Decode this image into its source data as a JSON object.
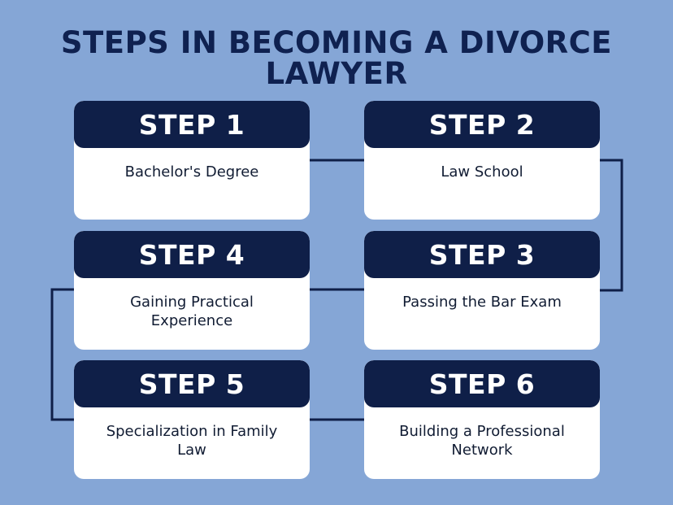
{
  "title": {
    "line1": "STEPS IN BECOMING A DIVORCE",
    "line2": "LAWYER"
  },
  "colors": {
    "background": "#85a6d6",
    "header": "#0f1f48",
    "card": "#ffffff",
    "title_text": "#0f2150"
  },
  "steps": {
    "s1": {
      "label": "STEP 1",
      "text": "Bachelor's Degree"
    },
    "s2": {
      "label": "STEP 2",
      "text": "Law School"
    },
    "s3": {
      "label": "STEP 3",
      "text": "Passing the Bar Exam"
    },
    "s4": {
      "label": "STEP 4",
      "text": "Gaining Practical Experience"
    },
    "s5": {
      "label": "STEP 5",
      "text": "Specialization in Family Law"
    },
    "s6": {
      "label": "STEP 6",
      "text": "Building a Professional Network"
    }
  }
}
